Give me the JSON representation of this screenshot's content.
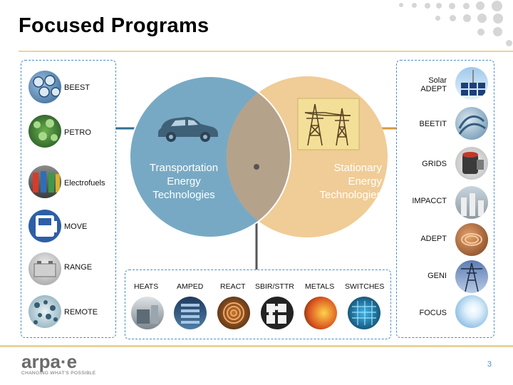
{
  "title": "Focused Programs",
  "left_programs": [
    {
      "label": "BEEST",
      "icon": "battery-cells-icon"
    },
    {
      "label": "PETRO",
      "icon": "plant-cells-icon"
    },
    {
      "label": "Electrofuels",
      "icon": "fuel-pumps-icon"
    },
    {
      "label": "MOVE",
      "icon": "gas-tank-icon"
    },
    {
      "label": "RANGE",
      "icon": "car-battery-icon"
    },
    {
      "label": "REMOTE",
      "icon": "microbes-icon"
    }
  ],
  "right_programs": [
    {
      "label": "Solar\nADEPT",
      "icon": "solar-panel-icon"
    },
    {
      "label": "BEETIT",
      "icon": "cooling-pipes-icon"
    },
    {
      "label": "GRIDS",
      "icon": "storage-drum-icon"
    },
    {
      "label": "IMPACCT",
      "icon": "power-plant-icon"
    },
    {
      "label": "ADEPT",
      "icon": "copper-coil-icon"
    },
    {
      "label": "GENI",
      "icon": "transmission-tower-icon"
    },
    {
      "label": "FOCUS",
      "icon": "sun-icon"
    }
  ],
  "bottom_programs": [
    {
      "label": "HEATS",
      "icon": "thermal-equipment-icon"
    },
    {
      "label": "AMPED",
      "icon": "server-rack-icon"
    },
    {
      "label": "REACT",
      "icon": "magnet-coil-icon"
    },
    {
      "label": "SBIR/STTR",
      "icon": "puzzle-pieces-icon"
    },
    {
      "label": "METALS",
      "icon": "molten-metal-icon"
    },
    {
      "label": "SWITCHES",
      "icon": "circuit-board-icon"
    }
  ],
  "venn": {
    "transportation": "Transportation\nEnergy\nTechnologies",
    "stationary": "Stationary\nEnergy\nTechnologies"
  },
  "colors": {
    "transportation": "#78a9c4",
    "stationary": "#f0cc96",
    "overlap": "#b5a28a",
    "accent_blue": "#4a8fc4",
    "gold_rule": "#e8d59a"
  },
  "footer": {
    "logo": "arpa·e",
    "tagline": "CHANGING WHAT'S POSSIBLE",
    "page_number": "3"
  }
}
